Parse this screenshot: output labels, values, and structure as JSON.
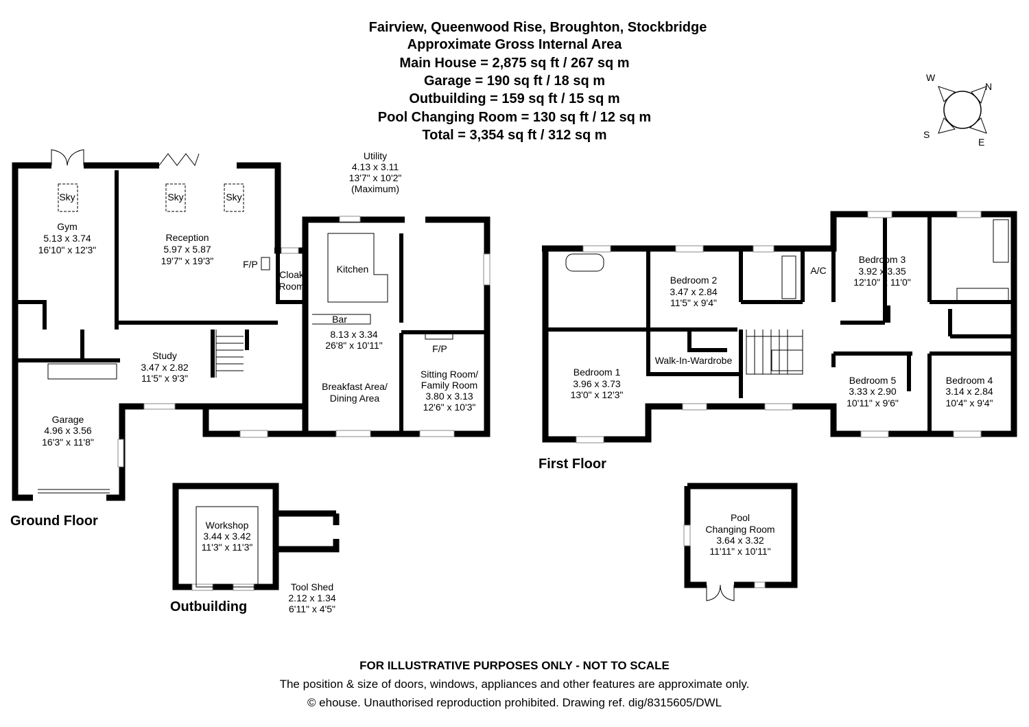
{
  "header": {
    "address": "Fairview, Queenwood Rise, Broughton, Stockbridge",
    "subtitle": "Approximate Gross Internal Area",
    "areas": [
      "Main House = 2,875 sq ft / 267 sq m",
      "Garage = 190 sq ft / 18 sq m",
      "Outbuilding = 159 sq ft / 15 sq m",
      "Pool Changing Room = 130 sq ft / 12 sq m",
      "Total = 3,354 sq ft / 312 sq m"
    ]
  },
  "compass": {
    "w": "W",
    "n": "N",
    "s": "S",
    "e": "E"
  },
  "floors": {
    "ground": "Ground Floor",
    "first": "First Floor",
    "outbuilding": "Outbuilding"
  },
  "ground_rooms": {
    "gym": [
      "Gym",
      "5.13 x 3.74",
      "16'10\" x 12'3\""
    ],
    "reception": [
      "Reception",
      "5.97 x 5.87",
      "19'7\" x 19'3\""
    ],
    "utility": [
      "Utility",
      "4.13 x 3.11",
      "13'7\" x 10'2\"",
      "(Maximum)"
    ],
    "cloak": [
      "Cloak",
      "Room"
    ],
    "kitchen": "Kitchen",
    "bar": "Bar",
    "kitchen_dims": [
      "8.13 x 3.34",
      "26'8\" x 10'11\""
    ],
    "breakfast": [
      "Breakfast Area/",
      "Dining Area"
    ],
    "sitting": [
      "Sitting Room/",
      "Family Room",
      "3.80 x 3.13",
      "12'6\" x 10'3\""
    ],
    "study": [
      "Study",
      "3.47 x 2.82",
      "11'5\" x 9'3\""
    ],
    "garage": [
      "Garage",
      "4.96 x 3.56",
      "16'3\" x 11'8\""
    ],
    "fp": "F/P",
    "sky": "Sky"
  },
  "first_rooms": {
    "bed1": [
      "Bedroom 1",
      "3.96 x 3.73",
      "13'0\" x 12'3\""
    ],
    "bed2": [
      "Bedroom 2",
      "3.47 x 2.84",
      "11'5\" x 9'4\""
    ],
    "bed3": [
      "Bedroom 3",
      "3.92 x 3.35",
      "12'10\" x 11'0\""
    ],
    "bed4": [
      "Bedroom 4",
      "3.14 x 2.84",
      "10'4\" x 9'4\""
    ],
    "bed5": [
      "Bedroom 5",
      "3.33 x 2.90",
      "10'11\" x 9'6\""
    ],
    "ac": "A/C",
    "wardrobe": "Walk-In-Wardrobe"
  },
  "outbuilding_rooms": {
    "workshop": [
      "Workshop",
      "3.44 x 3.42",
      "11'3\" x 11'3\""
    ],
    "toolshed": [
      "Tool Shed",
      "2.12 x 1.34",
      "6'11\" x 4'5\""
    ]
  },
  "pool_room": [
    "Pool",
    "Changing Room",
    "3.64 x 3.32",
    "11'11\" x 10'11\""
  ],
  "footer": {
    "disclaimer": "FOR ILLUSTRATIVE PURPOSES ONLY - NOT TO SCALE",
    "note": "The position & size of doors, windows, appliances and other features are approximate only.",
    "copyright": "© ehouse. Unauthorised reproduction prohibited. Drawing ref. dig/8315605/DWL"
  }
}
